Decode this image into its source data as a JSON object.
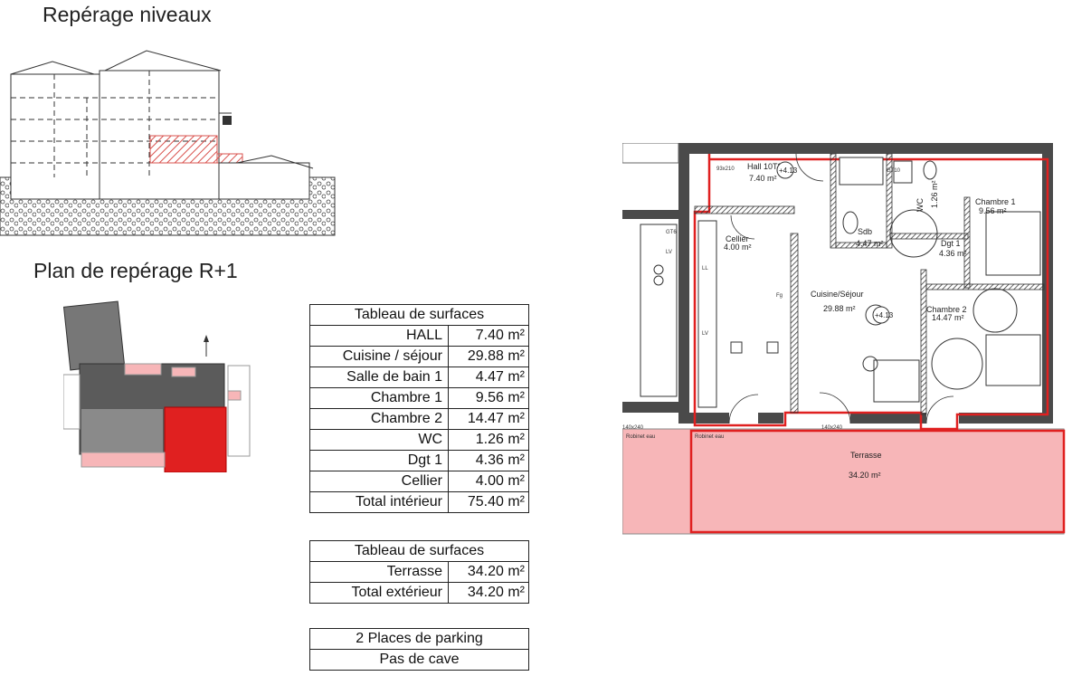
{
  "headings": {
    "levels": "Repérage niveaux",
    "plan": "Plan de repérage R+1"
  },
  "interior_table": {
    "title": "Tableau  de surfaces",
    "rows": [
      {
        "label": "HALL",
        "value": "7.40 m²"
      },
      {
        "label": "Cuisine / séjour",
        "value": "29.88 m²"
      },
      {
        "label": "Salle de bain 1",
        "value": "4.47 m²"
      },
      {
        "label": "Chambre 1",
        "value": "9.56 m²"
      },
      {
        "label": "Chambre 2",
        "value": "14.47 m²"
      },
      {
        "label": "WC",
        "value": "1.26 m²"
      },
      {
        "label": "Dgt 1",
        "value": "4.36 m²"
      },
      {
        "label": "Cellier",
        "value": "4.00 m²"
      }
    ],
    "total": {
      "label": "Total intérieur",
      "value": "75.40 m²"
    }
  },
  "exterior_table": {
    "title": "Tableau  de surfaces",
    "rows": [
      {
        "label": "Terrasse",
        "value": "34.20 m²"
      }
    ],
    "total": {
      "label": "Total extérieur",
      "value": "34.20 m²"
    }
  },
  "extras_table": {
    "rows": [
      "2 Places de parking",
      "Pas de cave"
    ]
  },
  "floorplan": {
    "hall": {
      "name": "Hall 10T3",
      "area": "7.40 m²"
    },
    "cellier": {
      "name": "Cellier",
      "area": "4.00 m²"
    },
    "sdb": {
      "name": "Sdb",
      "area": "4.47 m²"
    },
    "wc": {
      "name": "WC",
      "area": "1.26 m²"
    },
    "dgt": {
      "name": "Dgt 1",
      "area": "4.36 m²"
    },
    "chambre1": {
      "name": "Chambre 1",
      "area": "9.56 m²"
    },
    "chambre2": {
      "name": "Chambre 2",
      "area": "14.47 m²"
    },
    "sejour": {
      "name": "Cuisine/Séjour",
      "area": "29.88 m²"
    },
    "terrasse": {
      "name": "Terrasse",
      "area": "34.20 m²"
    },
    "level_marks": [
      "+4.13",
      "+4.13"
    ],
    "small_labels": [
      "93x210",
      "GT6",
      "GT10",
      "LV",
      "LL",
      "Fg",
      "LV",
      "140x240",
      "140x240",
      "Robinet eau",
      "Robinet eau"
    ]
  },
  "colors": {
    "highlight_red": "#e02020",
    "terrace_pink": "#f7b6b8",
    "wall_dark": "#4a4a4a",
    "hatch_red": "#d9534f"
  }
}
